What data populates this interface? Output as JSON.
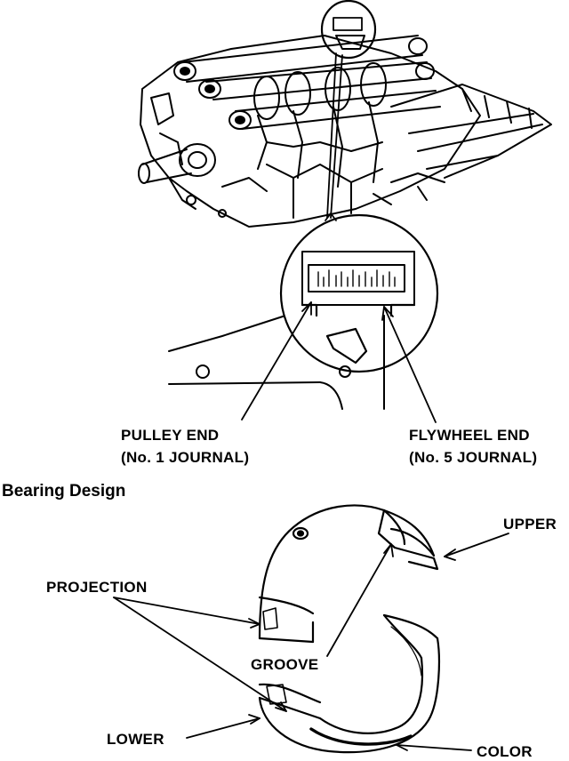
{
  "labels": {
    "pulley_end": "PULLEY END",
    "pulley_journal": "(No. 1 JOURNAL)",
    "flywheel_end": "FLYWHEEL END",
    "flywheel_journal": "(No. 5 JOURNAL)",
    "bearing_design": "Bearing Design",
    "upper": "UPPER",
    "projection": "PROJECTION",
    "groove": "GROOVE",
    "lower": "LOWER",
    "color": "COLOR"
  },
  "colors": {
    "ink": "#000000",
    "paper": "#ffffff"
  }
}
